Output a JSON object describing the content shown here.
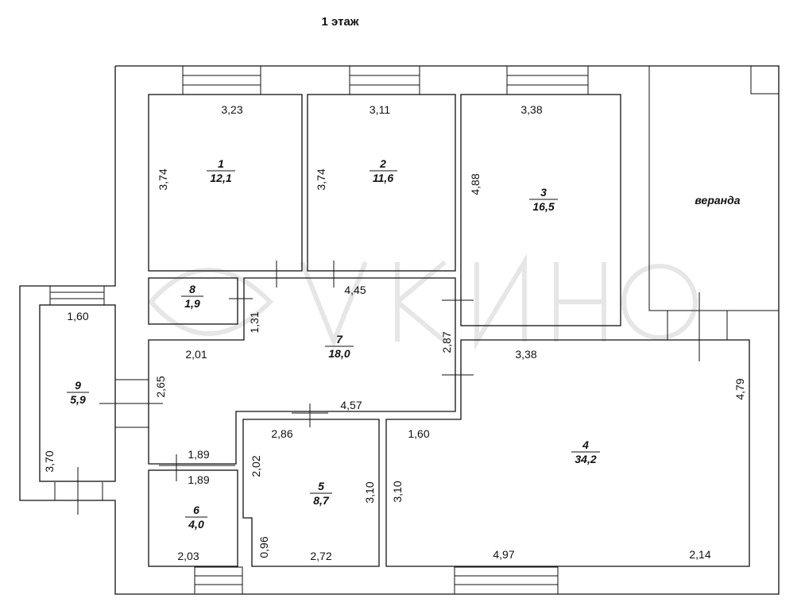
{
  "title": "1 этаж",
  "rooms": [
    {
      "number": "1",
      "area": "12,1"
    },
    {
      "number": "2",
      "area": "11,6"
    },
    {
      "number": "3",
      "area": "16,5"
    },
    {
      "number": "4",
      "area": "34,2"
    },
    {
      "number": "5",
      "area": "8,7"
    },
    {
      "number": "6",
      "area": "4,0"
    },
    {
      "number": "7",
      "area": "18,0"
    },
    {
      "number": "8",
      "area": "1,9"
    },
    {
      "number": "9",
      "area": "5,9"
    }
  ],
  "veranda_label": "веранда",
  "dimensions": {
    "r1_width": "3,23",
    "r1_height": "3,74",
    "r2_width": "3,11",
    "r2_height": "3,74",
    "r3_width": "3,38",
    "r3_height": "4,88",
    "hall_top": "4,45",
    "hall_left_upper": "1,31",
    "hall_left": "2,01",
    "hall_height_left": "2,65",
    "hall_right": "2,87",
    "hall_bottom": "4,57",
    "r4_top": "3,38",
    "r4_right": "4,79",
    "r4_left_top": "1,60",
    "r4_left": "3,10",
    "r4_bottom_left": "4,97",
    "r4_bottom_right": "2,14",
    "r5_top": "2,86",
    "r5_left": "2,02",
    "r5_right": "3,10",
    "r5_left_lower": "0,96",
    "r5_bottom": "2,72",
    "r6_top_outer": "1,89",
    "r6_top": "1,89",
    "r6_bottom": "2,03",
    "r9_top": "1,60",
    "r9_left": "3,70"
  }
}
